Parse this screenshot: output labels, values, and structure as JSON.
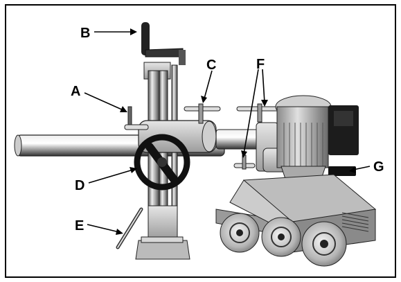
{
  "figure": {
    "labels": {
      "A": "A",
      "B": "B",
      "C": "C",
      "D": "D",
      "E": "E",
      "F": "F",
      "G": "G"
    },
    "colors": {
      "frame": "#000000",
      "background": "#ffffff",
      "metal_light": "#d9d9d9",
      "metal_mid": "#9a9a9a",
      "metal_dark": "#3a3a3a",
      "rubber": "#1a1a1a"
    }
  }
}
